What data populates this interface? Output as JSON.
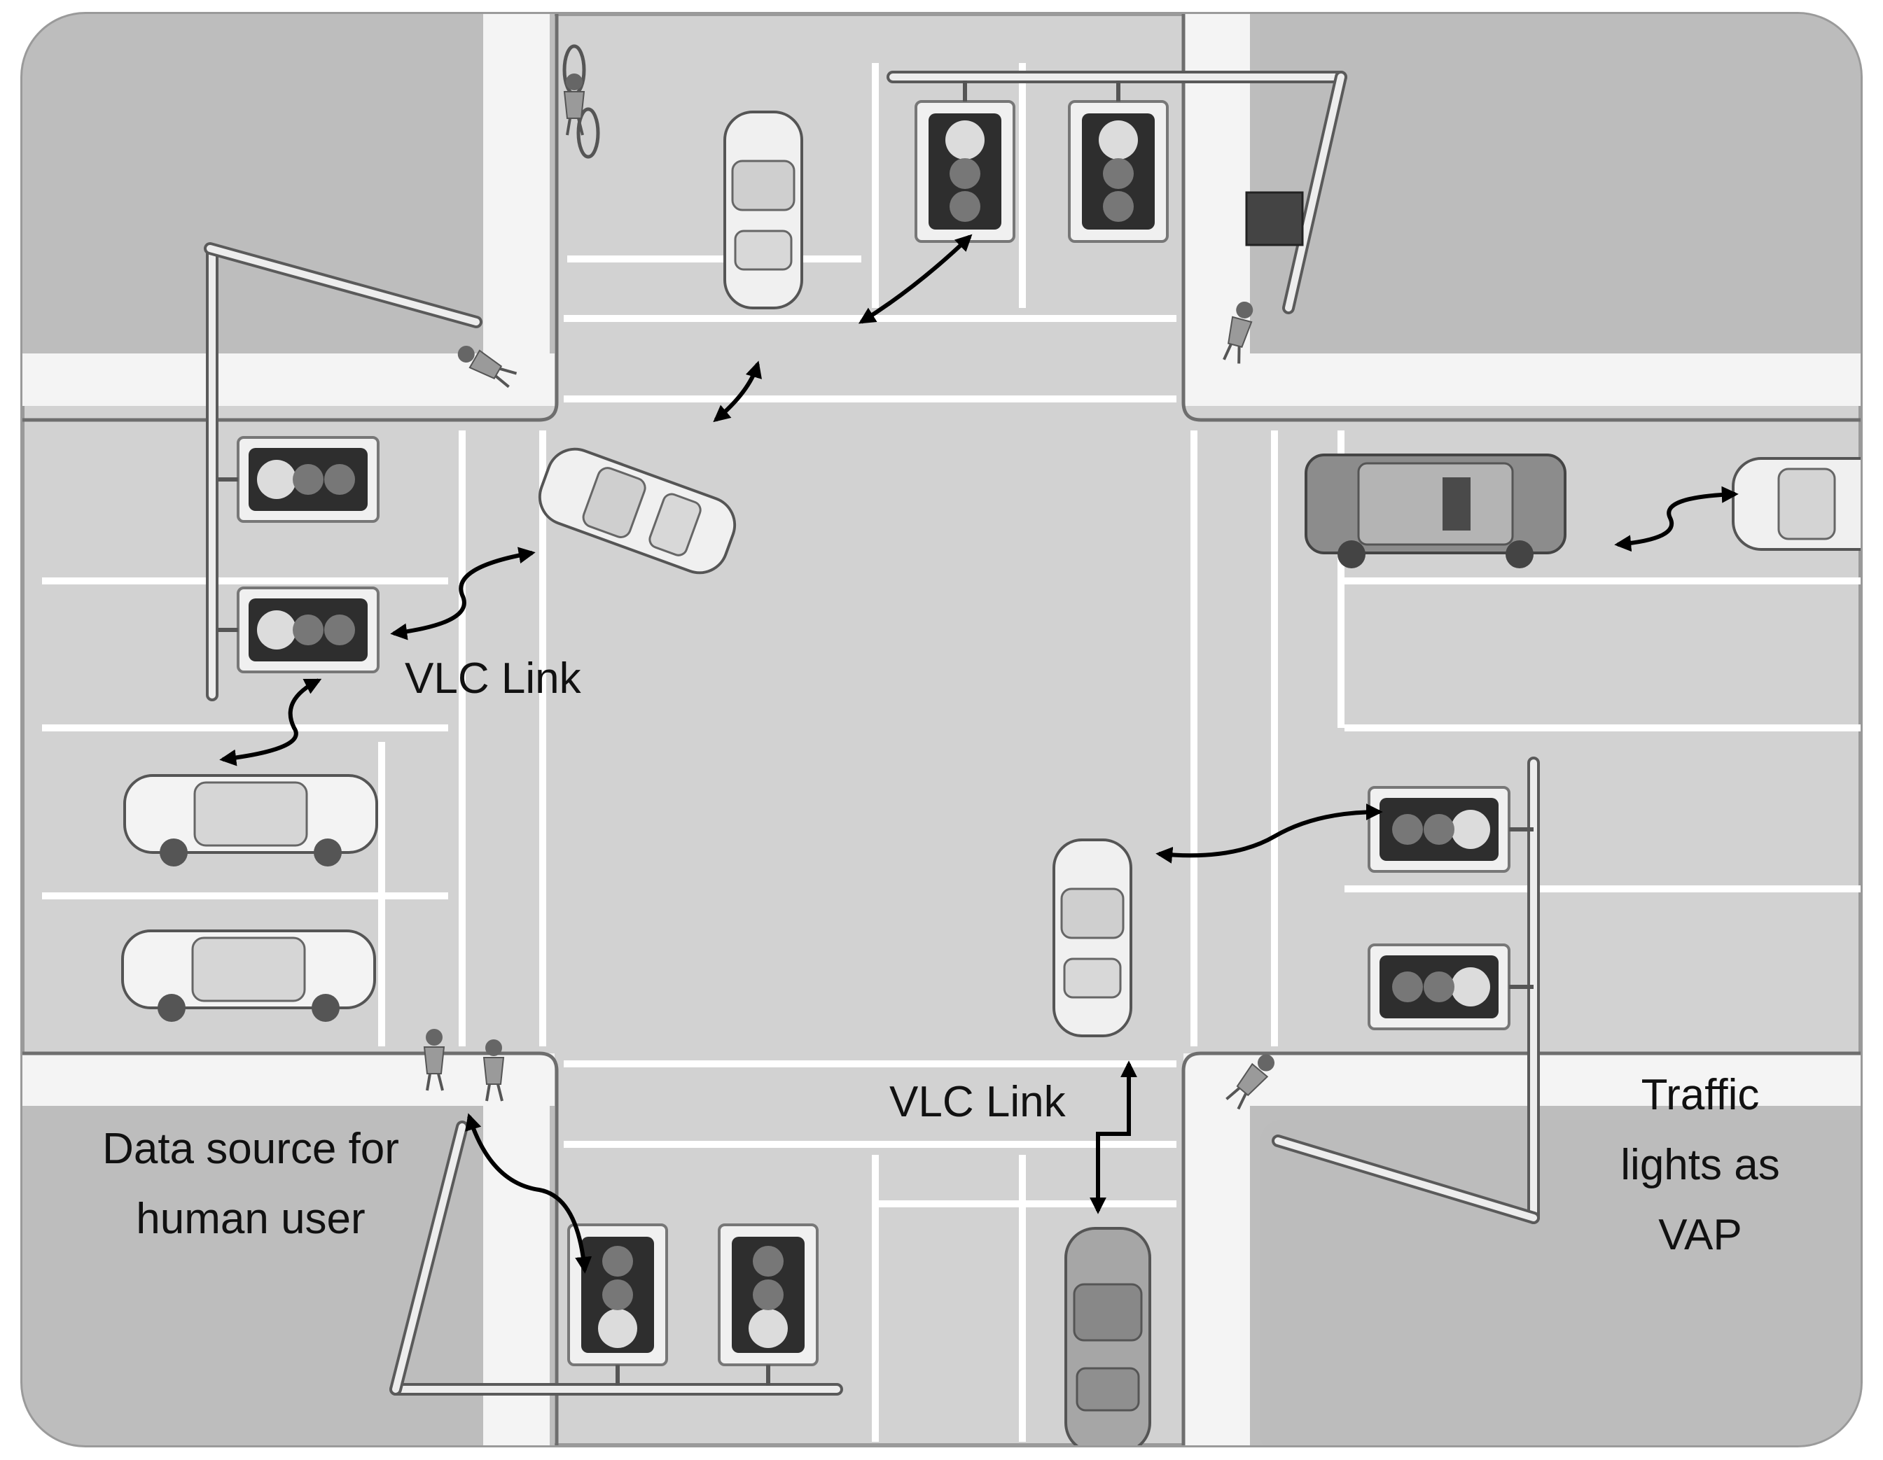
{
  "labels": {
    "vlc_link_left": "VLC Link",
    "vlc_link_bottom": "VLC Link",
    "data_source_line1": "Data source for",
    "data_source_line2": "human user",
    "traffic_line1": "Traffic",
    "traffic_line2": "lights as",
    "traffic_line3": "VAP"
  },
  "colors": {
    "road": "#d2d2d2",
    "block": "#bdbdbd",
    "sidewalk": "#f4f4f4",
    "frame": "#9a9a9a",
    "link_arrow": "#000000"
  }
}
